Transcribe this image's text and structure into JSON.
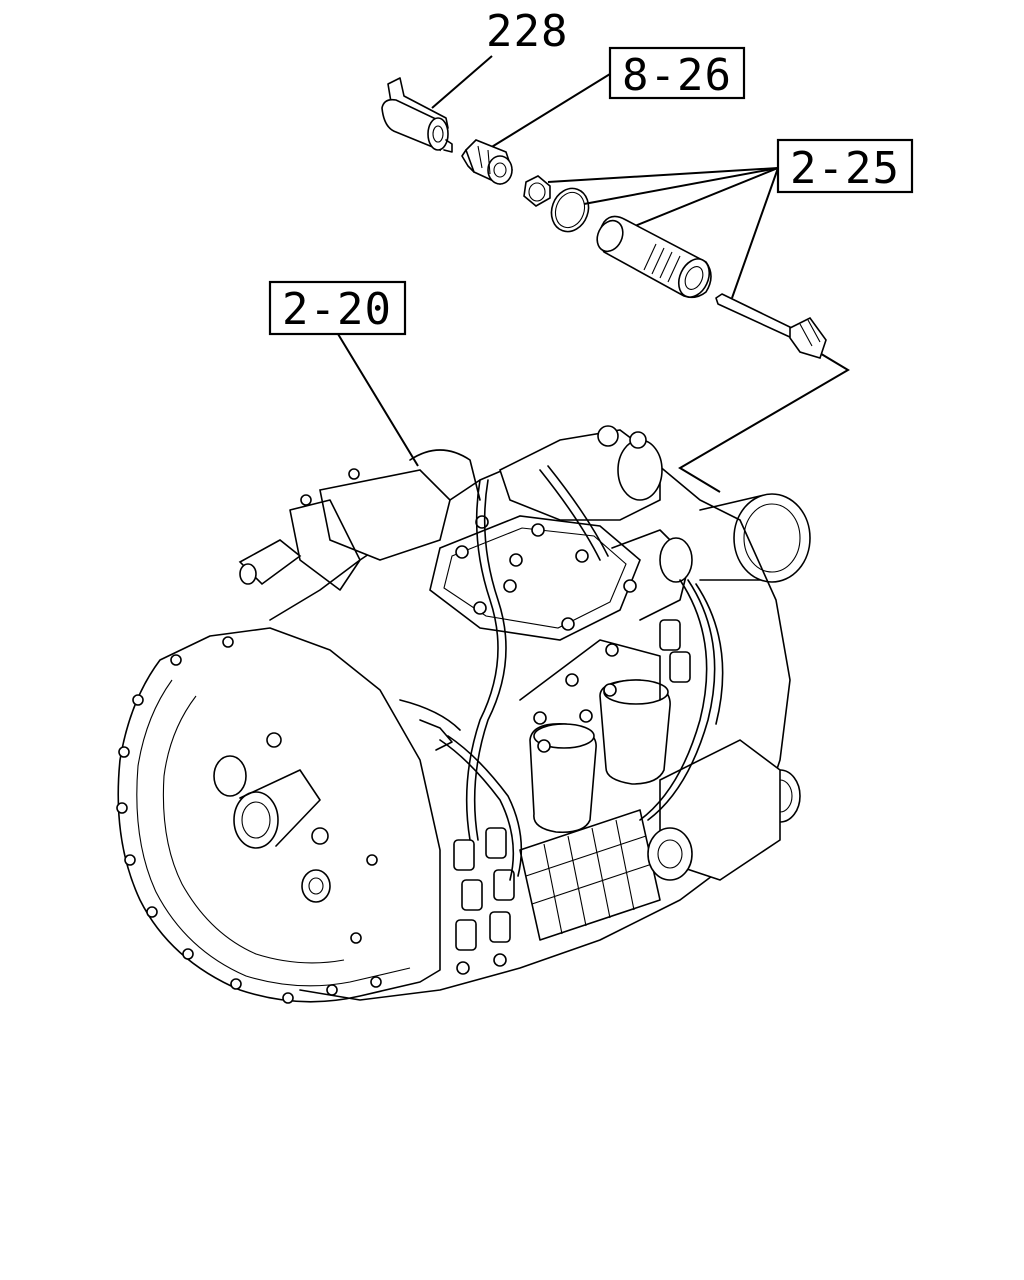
{
  "callouts": [
    {
      "id": "228",
      "text": "228",
      "boxed": false
    },
    {
      "id": "8-26",
      "text": "8-26",
      "boxed": true
    },
    {
      "id": "2-25",
      "text": "2-25",
      "boxed": true
    },
    {
      "id": "2-20",
      "text": "2-20",
      "boxed": true
    }
  ]
}
